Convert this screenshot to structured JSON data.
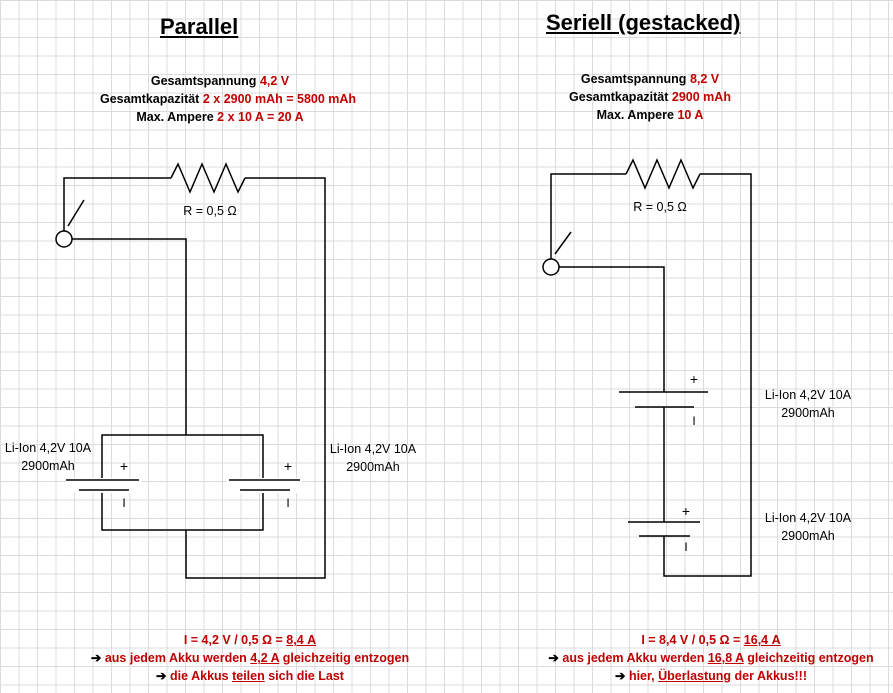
{
  "parallel": {
    "title": "Parallel",
    "specs": [
      {
        "label": "Gesamtspannung",
        "value": "4,2 V"
      },
      {
        "label": "Gesamtkapazität",
        "value": "2 x 2900 mAh = 5800 mAh"
      },
      {
        "label": "Max. Ampere",
        "value": "2 x 10 A = 20 A"
      }
    ],
    "resistor_label": "R = 0,5 Ω",
    "battery_left": {
      "line1": "Li-Ion 4,2V 10A",
      "line2": "2900mAh"
    },
    "battery_right": {
      "line1": "Li-Ion 4,2V 10A",
      "line2": "2900mAh"
    },
    "plus": "+",
    "minus": "I",
    "formula": {
      "text": "I = 4,2 V / 0,5 Ω = ",
      "result": "8,4 A"
    },
    "note1": {
      "arrow": "➔",
      "a": "aus jedem Akku werden ",
      "b": "4,2 A",
      "c": " gleichzeitig entzogen"
    },
    "note2": {
      "arrow": "➔",
      "a": "die Akkus ",
      "b": "teilen",
      "c": " sich die Last"
    }
  },
  "serial": {
    "title": "Seriell (gestacked)",
    "specs": [
      {
        "label": "Gesamtspannung",
        "value": "8,2 V"
      },
      {
        "label": "Gesamtkapazität",
        "value": "2900 mAh"
      },
      {
        "label": "Max. Ampere",
        "value": "10 A"
      }
    ],
    "resistor_label": "R = 0,5 Ω",
    "battery_top": {
      "line1": "Li-Ion 4,2V 10A",
      "line2": "2900mAh"
    },
    "battery_bottom": {
      "line1": "Li-Ion 4,2V 10A",
      "line2": "2900mAh"
    },
    "plus": "+",
    "minus": "I",
    "formula": {
      "text": "I = 8,4 V / 0,5 Ω = ",
      "result": "16,4 A"
    },
    "note1": {
      "arrow": "➔",
      "a": "aus jedem Akku werden ",
      "b": "16,8 A",
      "c": " gleichzeitig entzogen"
    },
    "note2": {
      "arrow": "➔",
      "a": "hier, ",
      "b": "Überlastung",
      "c": " der Akkus!!!"
    }
  }
}
